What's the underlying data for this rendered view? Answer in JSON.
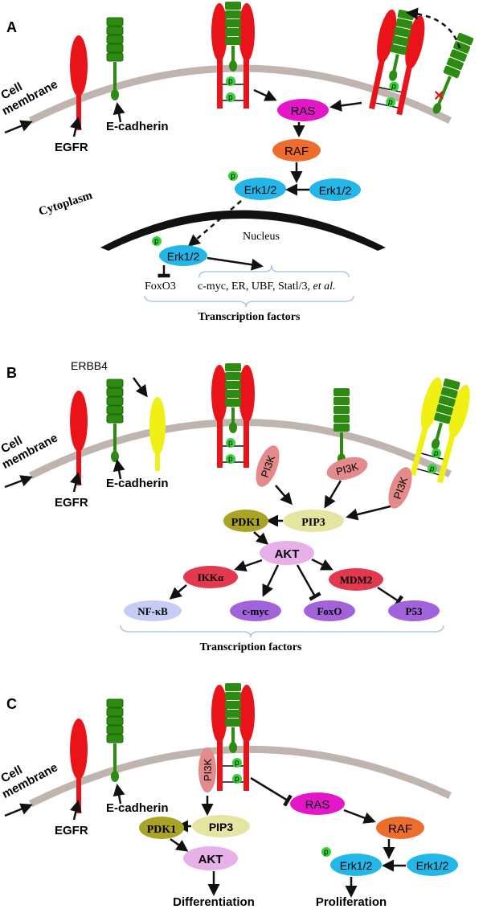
{
  "colors": {
    "membrane": "#bfb5ae",
    "egfr": "#e8141a",
    "cadherin": "#2e8b12",
    "cadherin_light": "#3aa017",
    "erbb4": "#f0f014",
    "phospho": "#35d335",
    "ras": "#e317c8",
    "raf": "#ee6d2d",
    "erk": "#22b7e8",
    "pi3k": "#e58a8a",
    "pip3": "#e5e5a2",
    "pdk1": "#a9a326",
    "akt": "#e8b0e8",
    "ikk": "#e2394f",
    "mdm2": "#e2394f",
    "nfkb": "#c6cdf4",
    "cmyc": "#a262da",
    "foxo": "#a262da",
    "p53": "#a262da",
    "brace": "#b0c8dd",
    "arrow": "#111111"
  },
  "panelA": {
    "label": "A",
    "membrane_label_line1": "Cell",
    "membrane_label_line2": "membrane",
    "egfr": "EGFR",
    "ecad": "E-cadherin",
    "ras": "RAS",
    "raf": "RAF",
    "erk1": "Erk1/2",
    "erk2": "Erk1/2",
    "erk3": "Erk1/2",
    "cytoplasm": "Cytoplasm",
    "nucleus": "Nucleus",
    "foxo3": "FoxO3",
    "tf_list": "c-myc, ER, UBF, Statl/3,",
    "tf_etal": "et al.",
    "tf_caption": "Transcription factors",
    "p": "p",
    "x_mark": "×"
  },
  "panelB": {
    "label": "B",
    "erbb4": "ERBB4",
    "membrane_label_line1": "Cell",
    "membrane_label_line2": "membrane",
    "egfr": "EGFR",
    "ecad": "E-cadherin",
    "pi3k1": "PI3K",
    "pi3k2": "PI3K",
    "pi3k3": "PI3K",
    "pip3": "PIP3",
    "pdk1": "PDK1",
    "akt": "AKT",
    "ikk": "IKKα",
    "mdm2": "MDM2",
    "nfkb": "NF-κB",
    "cmyc": "c-myc",
    "foxo": "FoxO",
    "p53": "P53",
    "tf_caption": "Transcription factors",
    "p": "p"
  },
  "panelC": {
    "label": "C",
    "membrane_label_line1": "Cell",
    "membrane_label_line2": "membrane",
    "egfr": "EGFR",
    "ecad": "E-cadherin",
    "pi3k": "PI3K",
    "ras": "RAS",
    "raf": "RAF",
    "pdk1": "PDK1",
    "pip3": "PIP3",
    "akt": "AKT",
    "erk1": "Erk1/2",
    "erk2": "Erk1/2",
    "differentiation": "Differentiation",
    "proliferation": "Proliferation",
    "p": "p"
  }
}
